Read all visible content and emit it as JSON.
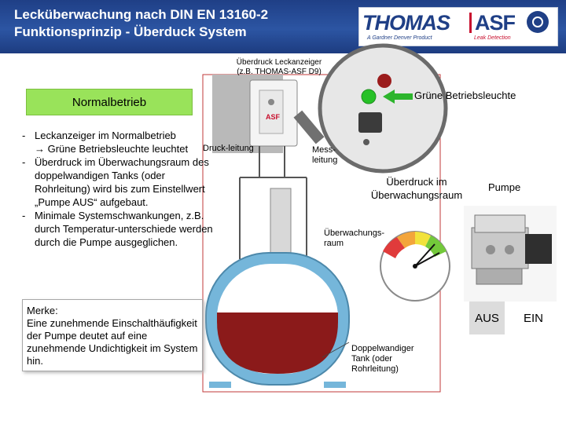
{
  "header": {
    "title_line1": "Lecküberwachung nach DIN EN 13160-2",
    "title_line2": "Funktionsprinzip -  Überduck System"
  },
  "logo": {
    "thomas": "THOMAS",
    "asf": "ASF",
    "tagline": "A Gardner Denver Product",
    "tagline2": "Leak Detection"
  },
  "labels": {
    "device_line1": "Überdruck Leckanzeiger",
    "device_line2": "(z.B. THOMAS-ASF D9)",
    "green_light": "Grüne Betriebsleuchte",
    "druckleitung": "Druck-leitung",
    "messleitung_1": "Mess-",
    "messleitung_2": "leitung",
    "overpressure_1": "Überdruck im",
    "overpressure_2": "Überwachungsraum",
    "pumpe": "Pumpe",
    "ueberwachungsraum_1": "Überwachungs-",
    "ueberwachungsraum_2": "raum",
    "tank_1": "Doppelwandiger",
    "tank_2": "Tank (oder",
    "tank_3": "Rohrleitung)",
    "aus": "AUS",
    "ein": "EIN"
  },
  "mode": "Normalbetrieb",
  "bullets": [
    "Leckanzeiger im Normalbetrieb\n→ Grüne Betriebsleuchte leuchtet",
    "Überdruck im Überwachungsraum des doppelwandigen Tanks (oder Rohrleitung) wird bis zum Einstellwert „Pumpe AUS“ aufgebaut.",
    "Minimale Systemschwankungen, z.B. durch Temperatur-unterschiede werden durch die Pumpe ausgeglichen."
  ],
  "merke": "Merke:\nEine zunehmende Einschalthäufigkeit der Pumpe deutet auf eine zunehmende Undichtigkeit im System hin.",
  "colors": {
    "header_blue": "#1f3f86",
    "mode_green": "#99e35a",
    "tank_wall": "#75b6da",
    "liquid": "#8b1a1a",
    "arrow_green": "#2db52d"
  }
}
